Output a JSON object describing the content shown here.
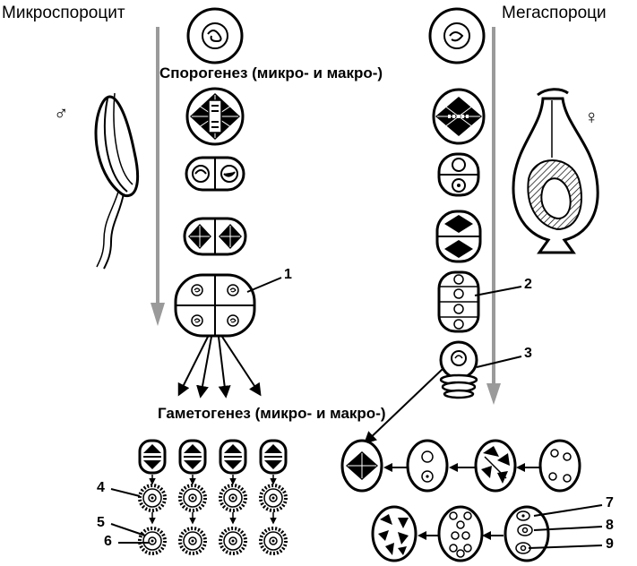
{
  "headers": {
    "left": "Микроспороцит",
    "right": "Мегаспороци"
  },
  "sections": {
    "sporogenesis": "Спорогенез (микро- и макро-)",
    "gametogenesis": "Гаметогенез (микро- и макро-)"
  },
  "symbols": {
    "male": "♂",
    "female": "♀"
  },
  "callouts": [
    "1",
    "2",
    "3",
    "4",
    "5",
    "6",
    "7",
    "8",
    "9"
  ],
  "colors": {
    "ink": "#000000",
    "arrow_gray": "#9a9a9a",
    "paper": "#ffffff"
  }
}
